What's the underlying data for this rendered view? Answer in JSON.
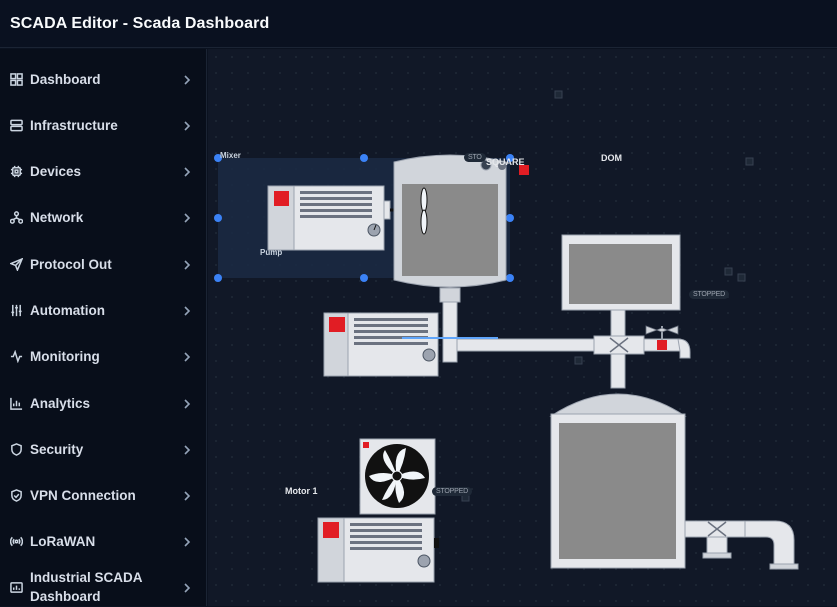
{
  "app": {
    "title": "SCADA Editor - Scada Dashboard"
  },
  "sidebar": {
    "items": [
      {
        "label": "Dashboard",
        "icon": "grid-icon"
      },
      {
        "label": "Infrastructure",
        "icon": "server-icon"
      },
      {
        "label": "Devices",
        "icon": "chip-icon"
      },
      {
        "label": "Network",
        "icon": "network-icon"
      },
      {
        "label": "Protocol Out",
        "icon": "send-icon"
      },
      {
        "label": "Automation",
        "icon": "sliders-icon"
      },
      {
        "label": "Monitoring",
        "icon": "activity-icon"
      },
      {
        "label": "Analytics",
        "icon": "bar-chart-icon"
      },
      {
        "label": "Security",
        "icon": "shield-icon"
      },
      {
        "label": "VPN Connection",
        "icon": "shield-check-icon"
      },
      {
        "label": "LoRaWAN",
        "icon": "radio-icon"
      },
      {
        "label": "Industrial SCADA Dashboard",
        "icon": "dashboard-icon"
      }
    ]
  },
  "canvas": {
    "labels": {
      "mixer": "Mixer",
      "pump": "Pump",
      "square": "SQUARE",
      "dom": "DOM",
      "motor1": "Motor 1",
      "stop_partial": "STO"
    },
    "status": {
      "stopped_1": "STOPPED",
      "stopped_2": "STOPPED"
    }
  },
  "colors": {
    "accent_red": "#e11d24",
    "selection_blue": "#3b82f6",
    "equipment_light": "#e5e7eb",
    "equipment_dark": "#8a8a8a"
  }
}
